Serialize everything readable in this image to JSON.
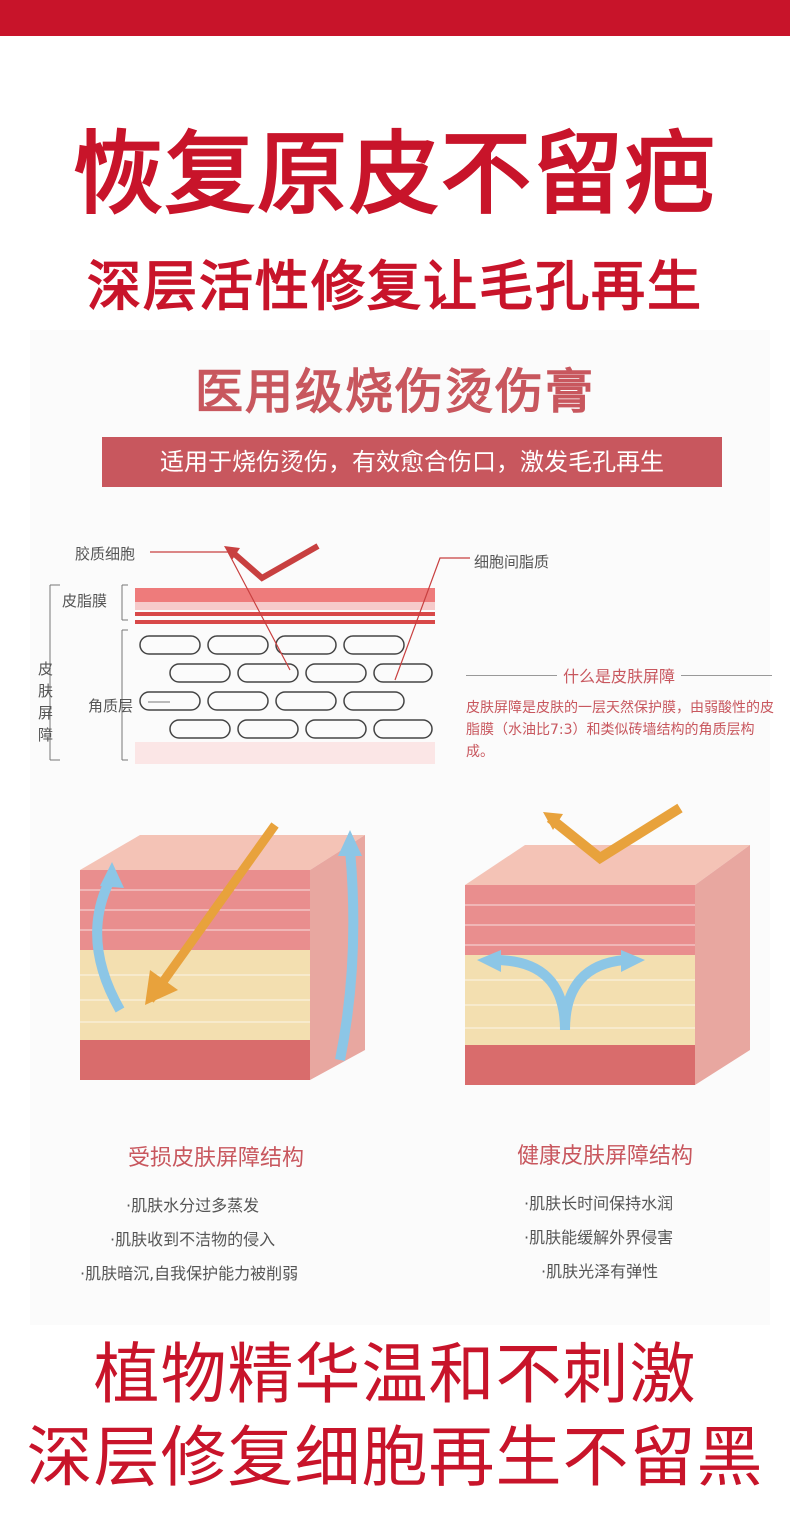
{
  "header": {
    "title": "恢复原皮不留疤",
    "subtitle": "深层活性修复让毛孔再生"
  },
  "product": {
    "title": "医用级烧伤烫伤膏",
    "banner": "适用于烧伤烫伤，有效愈合伤口，激发毛孔再生"
  },
  "diagram": {
    "labels": {
      "collagen": "胶质细胞",
      "intercellular_lipid": "细胞间脂质",
      "sebum_film": "皮脂膜",
      "skin_barrier": "皮肤\n屏障",
      "stratum_corneum": "角质层"
    },
    "what_is_title": "什么是皮肤屏障",
    "what_is_desc": "皮肤屏障是皮肤的一层天然保护膜，由弱酸性的皮脂膜（水油比7:3）和类似砖墙结构的角质层构成。"
  },
  "comparison": {
    "damaged": {
      "caption": "受损皮肤屏障结构",
      "points": [
        "·肌肤水分过多蒸发",
        "·肌肤收到不洁物的侵入",
        "·肌肤暗沉,自我保护能力被削弱"
      ]
    },
    "healthy": {
      "caption": "健康皮肤屏障结构",
      "points": [
        "·肌肤长时间保持水润",
        "·肌肤能缓解外界侵害",
        "·肌肤光泽有弹性"
      ]
    }
  },
  "footer": {
    "line1": "植物精华温和不刺激",
    "line2": "深层修复细胞再生不留黑"
  },
  "colors": {
    "brand_red": "#c8142a",
    "rose": "#c8575e",
    "skin_pink": "#e7989a",
    "skin_cream": "#f3dfb0",
    "arrow_orange": "#e8a23c",
    "arrow_blue": "#8cc6e6"
  }
}
